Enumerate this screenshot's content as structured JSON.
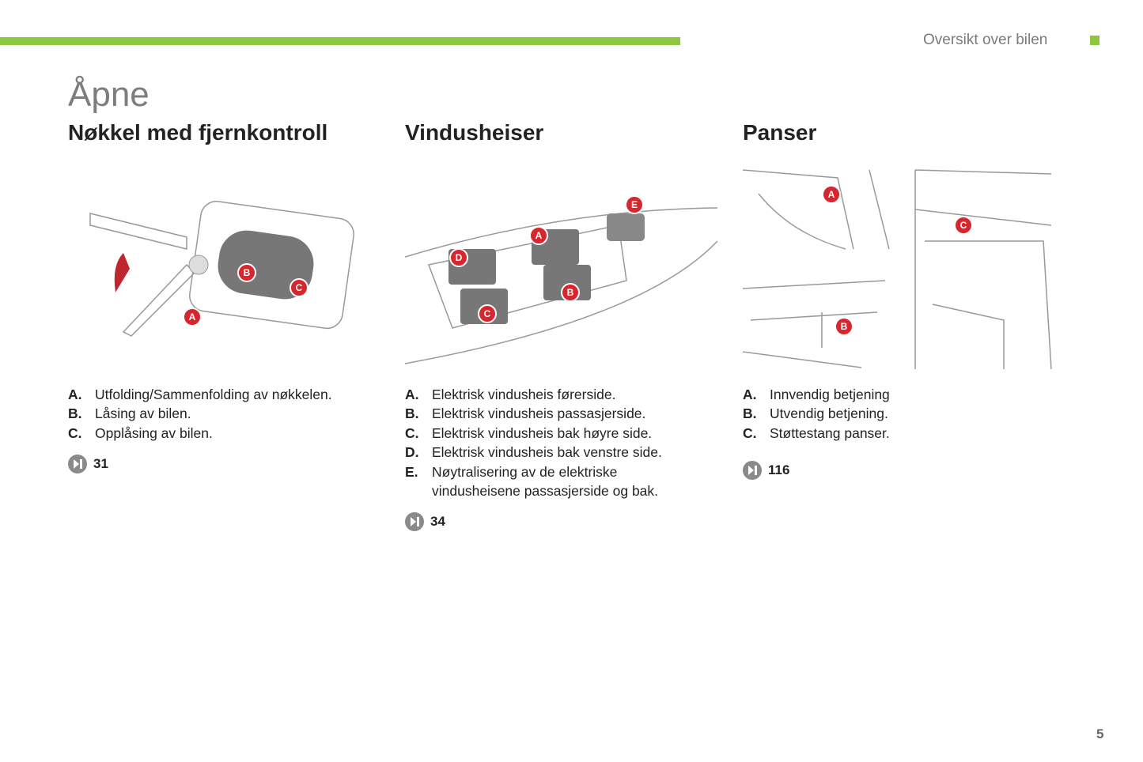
{
  "header": {
    "section": "Oversikt over bilen",
    "accent": "#8dc63f"
  },
  "title": "Åpne",
  "columns": [
    {
      "heading": "Nøkkel med fjernkontroll",
      "callouts": [
        "A",
        "B",
        "C"
      ],
      "items": [
        {
          "k": "A.",
          "t": "Utfolding/Sammenfolding av nøkkelen."
        },
        {
          "k": "B.",
          "t": "Låsing av bilen."
        },
        {
          "k": "C.",
          "t": "Opplåsing av bilen."
        }
      ],
      "ref": "31"
    },
    {
      "heading": "Vindusheiser",
      "callouts": [
        "A",
        "B",
        "C",
        "D",
        "E"
      ],
      "items": [
        {
          "k": "A.",
          "t": "Elektrisk vindusheis førerside."
        },
        {
          "k": "B.",
          "t": "Elektrisk vindusheis passasjerside."
        },
        {
          "k": "C.",
          "t": "Elektrisk vindusheis bak høyre side."
        },
        {
          "k": "D.",
          "t": "Elektrisk vindusheis bak venstre side."
        },
        {
          "k": "E.",
          "t": "Nøytralisering av de elektriske vindusheisene passasjerside og bak."
        }
      ],
      "ref": "34"
    },
    {
      "heading": "Panser",
      "callouts": [
        "A",
        "B",
        "C"
      ],
      "items": [
        {
          "k": "A.",
          "t": "Innvendig betjening"
        },
        {
          "k": "B.",
          "t": "Utvendig betjening."
        },
        {
          "k": "C.",
          "t": "Støttestang panser."
        }
      ],
      "ref": "116"
    }
  ],
  "page_number": "5"
}
